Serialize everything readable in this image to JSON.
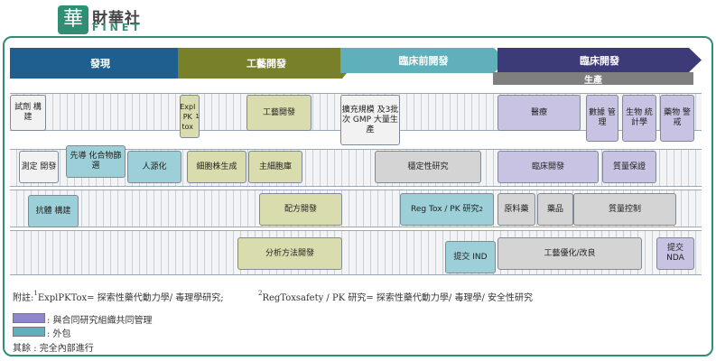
{
  "logo": {
    "mark": "華",
    "cn": "財華社",
    "en": "FINET"
  },
  "phases": [
    {
      "label": "發現",
      "color": "#1f5f8f"
    },
    {
      "label": "工藝開發",
      "color": "#79802a"
    },
    {
      "label": "臨床前開發",
      "color": "#5fb0bb"
    },
    {
      "label": "臨床開發",
      "color": "#3d3a78"
    }
  ],
  "production_label": "生產",
  "boxes": {
    "shiji_goujian": "試劑 構建",
    "explpktox": "Expl PK tox",
    "explpktox_sup": "1",
    "gongyi_kaifa_1": "工藝開發",
    "kuochong": "擴充規模 及3批次 GMP 大量生產",
    "yiliao": "醫療",
    "shuju_guanli": "數據 管理",
    "shengwu_tongji": "生物 統計學",
    "yaowu_jingjie": "藥物 警戒",
    "ceding_kaifa": "測定 開發",
    "xiandao": "先導 化合物篩選",
    "renyuanhua": "人源化",
    "xibaozhu": "細胞株生成",
    "zhuxibaoku": "主細胞庫",
    "wendingxing": "穩定性研究",
    "linchuang_kaifa": "臨床開發",
    "zhiliang_baozheng": "質量保證",
    "kangti_goujian": "抗體 構建",
    "peifang": "配方開發",
    "regtox": "Reg Tox / PK 研究",
    "regtox_sup": "2",
    "yuanliao": "原料藥",
    "yaopin": "藥品",
    "zhiliang_kongzhi": "質量控制",
    "fenxi": "分析方法開發",
    "tijiao_ind": "提交 IND",
    "gongyi_youhua": "工藝優化/改良",
    "tijiao_nda": "提交 NDA"
  },
  "notes": {
    "prefix": "附註:",
    "note1_sup": "1",
    "note1": "ExplPKTox= 探索性藥代動力學/ 毒理學研究;",
    "note2_sup": "2",
    "note2": "RegToxsafety / PK 研究= 探索性藥代動力學/ 毒理學/ 安全性研究"
  },
  "legend": [
    {
      "color": "#8e86c8",
      "label": ": 與合同研究組織共同管理"
    },
    {
      "color": "#5fb0bb",
      "label": ": 外包"
    }
  ],
  "legend_other": {
    "label": "其餘",
    "text": ": 完全內部進行"
  }
}
